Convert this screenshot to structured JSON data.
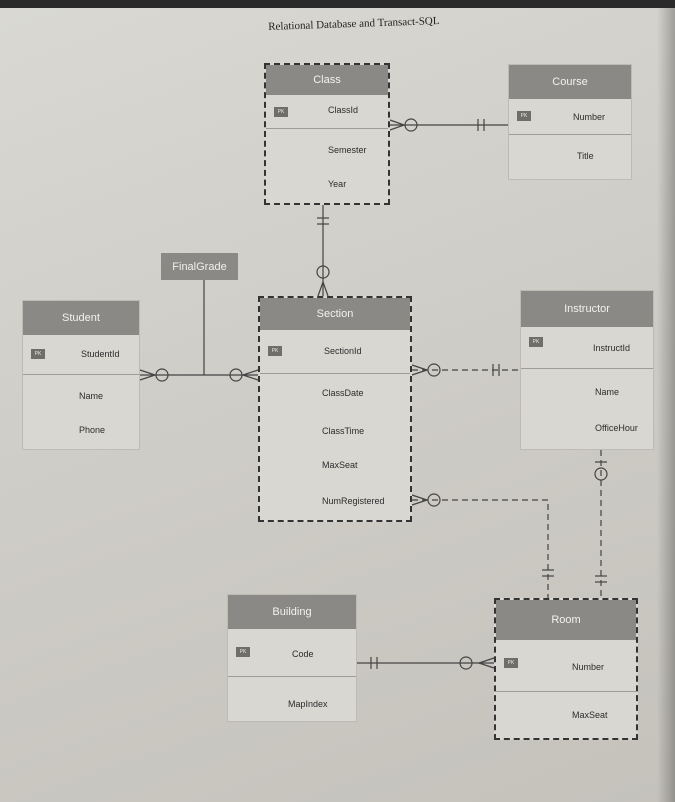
{
  "doc": {
    "title": "Relational Database and Transact-SQL"
  },
  "entities": {
    "class": {
      "name": "Class",
      "pk_badge": "PK",
      "pk": "ClassId",
      "attrs": [
        "Semester",
        "Year"
      ]
    },
    "course": {
      "name": "Course",
      "pk_badge": "PK",
      "pk": "Number",
      "attrs": [
        "Title"
      ]
    },
    "student": {
      "name": "Student",
      "pk_badge": "PK",
      "pk": "StudentId",
      "attrs": [
        "Name",
        "Phone"
      ]
    },
    "section": {
      "name": "Section",
      "pk_badge": "PK",
      "pk": "SectionId",
      "attrs": [
        "ClassDate",
        "ClassTime",
        "MaxSeat",
        "NumRegistered"
      ]
    },
    "instructor": {
      "name": "Instructor",
      "pk_badge": "PK",
      "pk": "InstructId",
      "attrs": [
        "Name",
        "OfficeHour"
      ]
    },
    "building": {
      "name": "Building",
      "pk_badge": "PK",
      "pk": "Code",
      "attrs": [
        "MapIndex"
      ]
    },
    "room": {
      "name": "Room",
      "pk_badge": "PK",
      "pk": "Number",
      "attrs": [
        "MaxSeat"
      ]
    }
  },
  "associative": {
    "label": "FinalGrade"
  }
}
